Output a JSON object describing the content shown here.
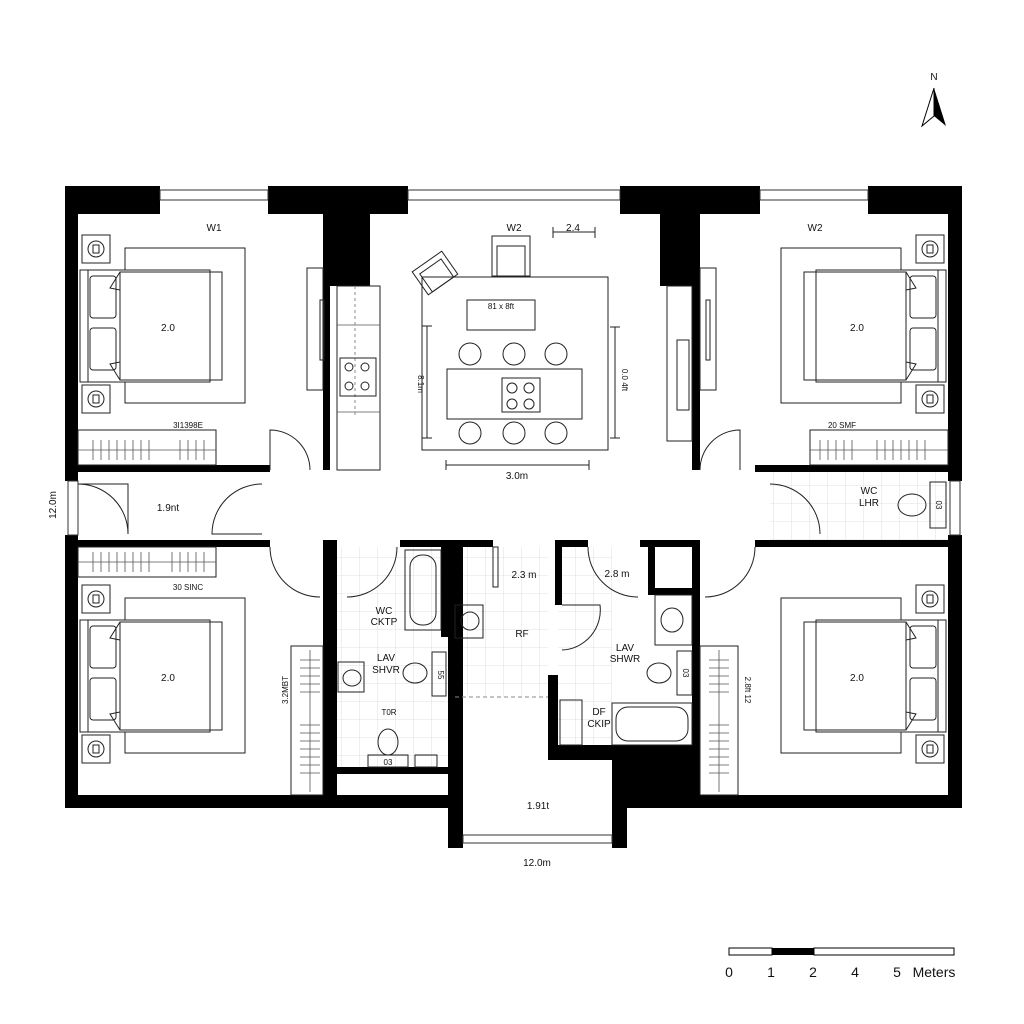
{
  "north": {
    "label": "N"
  },
  "labels": {
    "window_w1": "W1",
    "window_w2_living": "W2",
    "window_w2_bedroom": "W2",
    "living_dim_top": "2.4",
    "coffee_table": "81 x 8ft",
    "living_dim_left": "8:1m",
    "living_dim_right": "0.0 4ft",
    "living_dim_bottom": "3.0m",
    "bed_top_left": "2.0",
    "bed_top_right": "2.0",
    "bed_bottom_left": "2.0",
    "bed_bottom_right": "2.0",
    "wardrobe_top_left": "3I1398E",
    "wardrobe_top_right": "20 SMF",
    "wardrobe_bottom_left": "30 SINC",
    "wardrobe_bottom_left_vertical": "3.2MBT",
    "wardrobe_bottom_right_vertical": "2.8ft 12",
    "hall_left": "1.9nt",
    "overall_height": "12.0m",
    "wc_right_line1": "WC",
    "wc_right_line2": "LHR",
    "wc_right_fixture": "03",
    "bath_left_line1": "WC",
    "bath_left_line2": "CKTP",
    "bath_left_lav1": "LAV",
    "bath_left_lav2": "SHVR",
    "bath_left_toilet": "T0R",
    "bath_left_fixture1": "03",
    "bath_left_fixture2": "55",
    "hall_dim_1": "2.3 m",
    "hall_dim_2": "2.8 m",
    "hall_rf": "RF",
    "bath_right_lav1": "LAV",
    "bath_right_lav2": "SHWR",
    "bath_right_fixture": "03",
    "bath_right_df1": "DF",
    "bath_right_df2": "CKIP",
    "entry_room": "1.91t",
    "overall_width": "12.0m"
  },
  "scale_bar": {
    "ticks": [
      "0",
      "1",
      "2",
      "4",
      "5"
    ],
    "unit": "Meters"
  }
}
